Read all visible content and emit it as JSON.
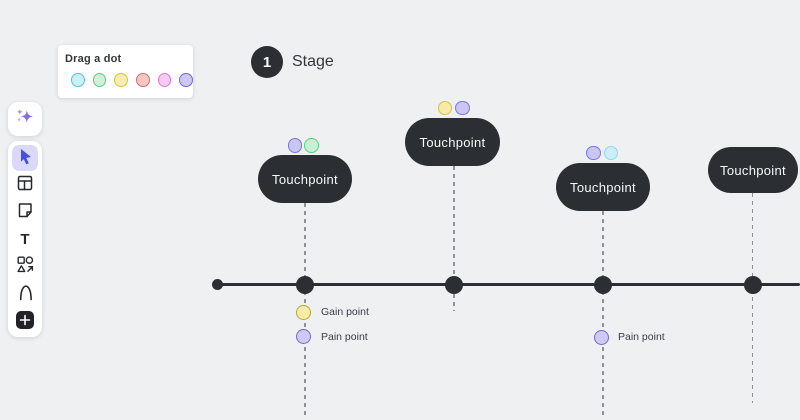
{
  "app": {
    "background": "#eef0f2",
    "dark": "#2b2e33",
    "selected_tool_bg": "#dbd9f8",
    "cursor_accent": "#4a4ee2"
  },
  "palette_panel": {
    "title": "Drag a dot",
    "dots": [
      {
        "name": "cyan",
        "fill": "#cdeef4",
        "border": "#4fc3d9"
      },
      {
        "name": "green",
        "fill": "#cdf2d8",
        "border": "#57ca7e"
      },
      {
        "name": "yellow",
        "fill": "#f8edb0",
        "border": "#d9c13a"
      },
      {
        "name": "red",
        "fill": "#f7c6c7",
        "border": "#dc6a6c"
      },
      {
        "name": "pink",
        "fill": "#f6cbf0",
        "border": "#dd6fd1"
      },
      {
        "name": "purple",
        "fill": "#cbc9f4",
        "border": "#6d66da"
      }
    ]
  },
  "toolbar": {
    "text_tool_glyph": "T",
    "items": [
      "ai-assistant",
      "select",
      "frames",
      "sticky-note",
      "text",
      "shapes",
      "draw",
      "add"
    ]
  },
  "stage": {
    "number": "1",
    "label": "Stage"
  },
  "touchpoints": [
    {
      "label": "Touchpoint",
      "dots": [
        "purple",
        "green"
      ]
    },
    {
      "label": "Touchpoint",
      "dots": [
        "yellow",
        "purple"
      ]
    },
    {
      "label": "Touchpoint",
      "dots": [
        "purple",
        "cyan"
      ]
    },
    {
      "label": "Touchpoint",
      "dots": []
    }
  ],
  "dot_colors": {
    "purple": {
      "fill": "#c9c6f3",
      "border": "#7d75e3"
    },
    "green": {
      "fill": "#c8f0d3",
      "border": "#5fcd86"
    },
    "yellow": {
      "fill": "#f7ebaa",
      "border": "#d8c04a"
    },
    "cyan": {
      "fill": "#cdeef6",
      "border": "#8ed9ea"
    }
  },
  "markers": [
    {
      "label": "Gain point",
      "type": "gain"
    },
    {
      "label": "Pain point",
      "type": "pain"
    },
    {
      "label": "Pain point",
      "type": "pain"
    }
  ],
  "marker_colors": {
    "gain": {
      "fill": "#f7eda8",
      "border": "#b9a72e"
    },
    "pain": {
      "fill": "#cdcaf5",
      "border": "#6f68dd"
    }
  }
}
